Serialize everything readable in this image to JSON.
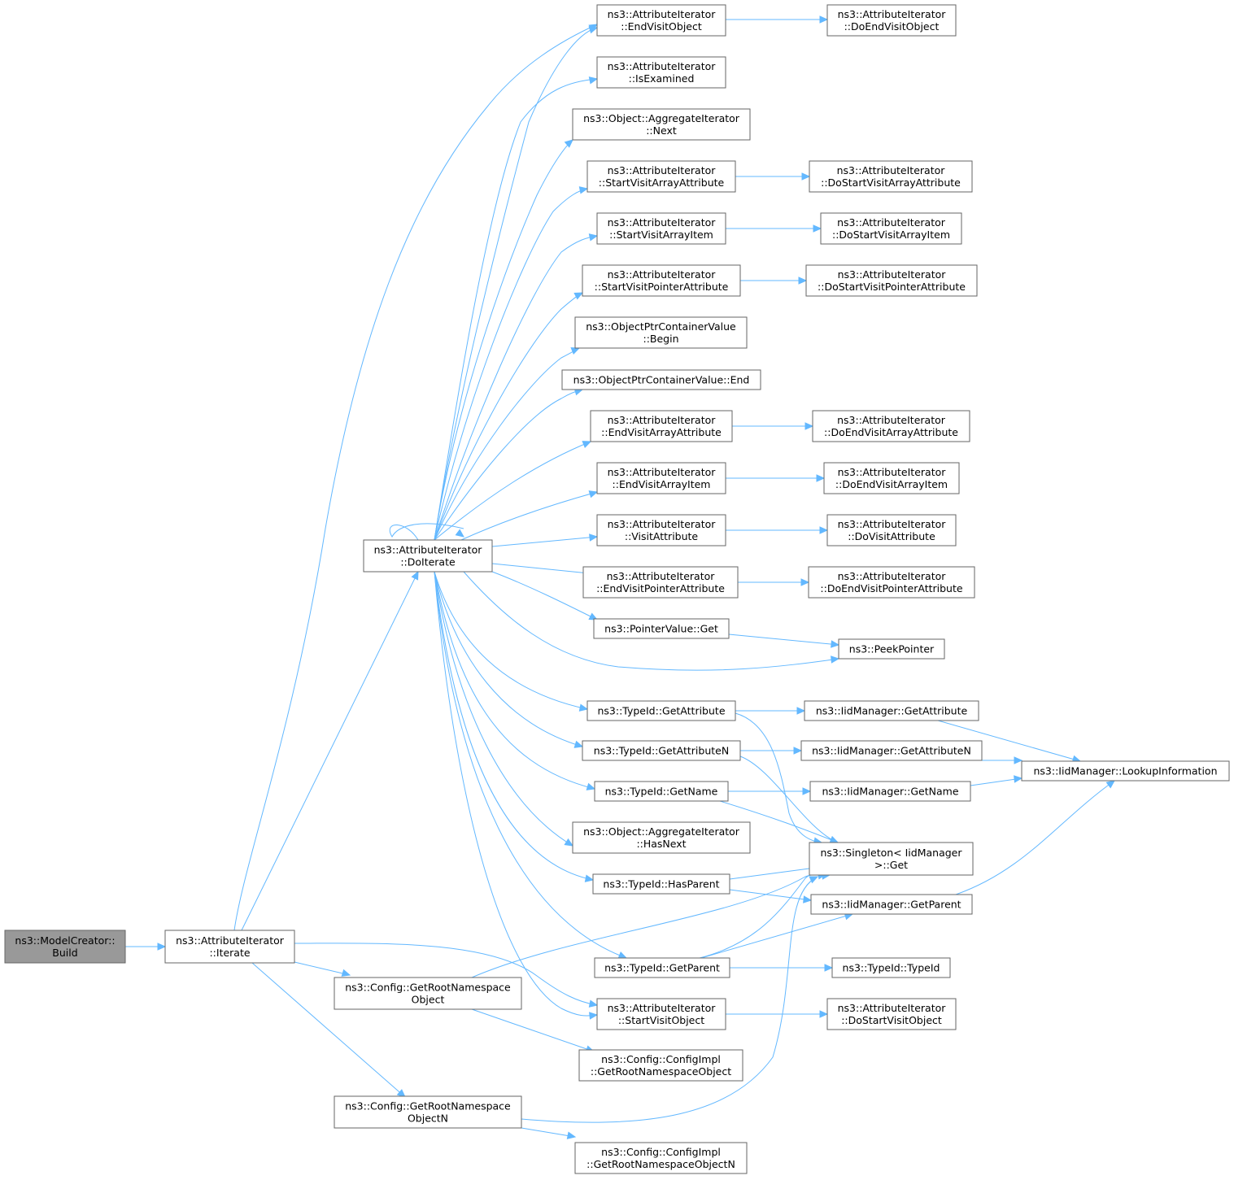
{
  "diagram": {
    "type": "call-graph",
    "edge_color": "#63b8ff",
    "root_fill": "#999999",
    "nodes": [
      {
        "id": "build",
        "lines": [
          "ns3::ModelCreator::",
          "Build"
        ],
        "root": true
      },
      {
        "id": "iterate",
        "lines": [
          "ns3::AttributeIterator",
          "::Iterate"
        ]
      },
      {
        "id": "doiterate",
        "lines": [
          "ns3::AttributeIterator",
          "::DoIterate"
        ]
      },
      {
        "id": "grno",
        "lines": [
          "ns3::Config::GetRootNamespace",
          "Object"
        ]
      },
      {
        "id": "grnon",
        "lines": [
          "ns3::Config::GetRootNamespace",
          "ObjectN"
        ]
      },
      {
        "id": "evo",
        "lines": [
          "ns3::AttributeIterator",
          "::EndVisitObject"
        ]
      },
      {
        "id": "isex",
        "lines": [
          "ns3::AttributeIterator",
          "::IsExamined"
        ]
      },
      {
        "id": "next",
        "lines": [
          "ns3::Object::AggregateIterator",
          "::Next"
        ]
      },
      {
        "id": "svaa",
        "lines": [
          "ns3::AttributeIterator",
          "::StartVisitArrayAttribute"
        ]
      },
      {
        "id": "svai",
        "lines": [
          "ns3::AttributeIterator",
          "::StartVisitArrayItem"
        ]
      },
      {
        "id": "svpa",
        "lines": [
          "ns3::AttributeIterator",
          "::StartVisitPointerAttribute"
        ]
      },
      {
        "id": "begin",
        "lines": [
          "ns3::ObjectPtrContainerValue",
          "::Begin"
        ]
      },
      {
        "id": "end",
        "lines": [
          "ns3::ObjectPtrContainerValue::End"
        ]
      },
      {
        "id": "evaa",
        "lines": [
          "ns3::AttributeIterator",
          "::EndVisitArrayAttribute"
        ]
      },
      {
        "id": "evai",
        "lines": [
          "ns3::AttributeIterator",
          "::EndVisitArrayItem"
        ]
      },
      {
        "id": "va",
        "lines": [
          "ns3::AttributeIterator",
          "::VisitAttribute"
        ]
      },
      {
        "id": "evpa",
        "lines": [
          "ns3::AttributeIterator",
          "::EndVisitPointerAttribute"
        ]
      },
      {
        "id": "pvget",
        "lines": [
          "ns3::PointerValue::Get"
        ]
      },
      {
        "id": "tgattr",
        "lines": [
          "ns3::TypeId::GetAttribute"
        ]
      },
      {
        "id": "tgattrn",
        "lines": [
          "ns3::TypeId::GetAttributeN"
        ]
      },
      {
        "id": "tgname",
        "lines": [
          "ns3::TypeId::GetName"
        ]
      },
      {
        "id": "hasnext",
        "lines": [
          "ns3::Object::AggregateIterator",
          "::HasNext"
        ]
      },
      {
        "id": "thasparent",
        "lines": [
          "ns3::TypeId::HasParent"
        ]
      },
      {
        "id": "tgparent",
        "lines": [
          "ns3::TypeId::GetParent"
        ]
      },
      {
        "id": "svo",
        "lines": [
          "ns3::AttributeIterator",
          "::StartVisitObject"
        ]
      },
      {
        "id": "cgrno",
        "lines": [
          "ns3::Config::ConfigImpl",
          "::GetRootNamespaceObject"
        ]
      },
      {
        "id": "cgrnon",
        "lines": [
          "ns3::Config::ConfigImpl",
          "::GetRootNamespaceObjectN"
        ]
      },
      {
        "id": "devo",
        "lines": [
          "ns3::AttributeIterator",
          "::DoEndVisitObject"
        ]
      },
      {
        "id": "dsvaa",
        "lines": [
          "ns3::AttributeIterator",
          "::DoStartVisitArrayAttribute"
        ]
      },
      {
        "id": "dsvai",
        "lines": [
          "ns3::AttributeIterator",
          "::DoStartVisitArrayItem"
        ]
      },
      {
        "id": "dsvpa",
        "lines": [
          "ns3::AttributeIterator",
          "::DoStartVisitPointerAttribute"
        ]
      },
      {
        "id": "devaa",
        "lines": [
          "ns3::AttributeIterator",
          "::DoEndVisitArrayAttribute"
        ]
      },
      {
        "id": "devai",
        "lines": [
          "ns3::AttributeIterator",
          "::DoEndVisitArrayItem"
        ]
      },
      {
        "id": "dva",
        "lines": [
          "ns3::AttributeIterator",
          "::DoVisitAttribute"
        ]
      },
      {
        "id": "devpa",
        "lines": [
          "ns3::AttributeIterator",
          "::DoEndVisitPointerAttribute"
        ]
      },
      {
        "id": "peek",
        "lines": [
          "ns3::PeekPointer"
        ]
      },
      {
        "id": "iga",
        "lines": [
          "ns3::IidManager::GetAttribute"
        ]
      },
      {
        "id": "igan",
        "lines": [
          "ns3::IidManager::GetAttributeN"
        ]
      },
      {
        "id": "ign",
        "lines": [
          "ns3::IidManager::GetName"
        ]
      },
      {
        "id": "singleton",
        "lines": [
          "ns3::Singleton< IidManager",
          ">::Get"
        ]
      },
      {
        "id": "igp",
        "lines": [
          "ns3::IidManager::GetParent"
        ]
      },
      {
        "id": "typeid",
        "lines": [
          "ns3::TypeId::TypeId"
        ]
      },
      {
        "id": "dsvo",
        "lines": [
          "ns3::AttributeIterator",
          "::DoStartVisitObject"
        ]
      },
      {
        "id": "lookup",
        "lines": [
          "ns3::IidManager::LookupInformation"
        ]
      }
    ]
  }
}
